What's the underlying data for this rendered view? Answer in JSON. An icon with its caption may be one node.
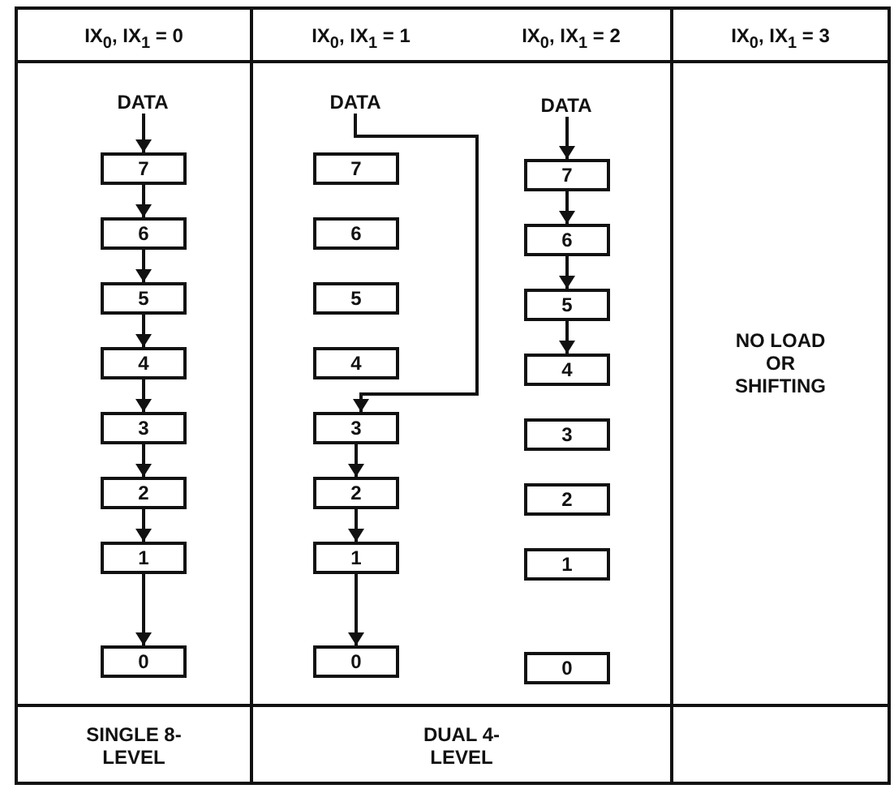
{
  "diagram": {
    "nodes": [
      {
        "text": [
          "DATA"
        ]
      },
      {
        "text": [
          "7"
        ]
      },
      {
        "text": [
          "6"
        ]
      },
      {
        "text": [
          "5"
        ]
      },
      {
        "text": [
          "4"
        ]
      },
      {
        "text": [
          "3"
        ]
      },
      {
        "text": [
          "2"
        ]
      },
      {
        "text": [
          "1"
        ]
      },
      {
        "text": [
          "0"
        ]
      },
      {
        "text": [
          "DATA"
        ]
      },
      {
        "text": [
          "7"
        ]
      },
      {
        "text": [
          "6"
        ]
      },
      {
        "text": [
          "5"
        ]
      },
      {
        "text": [
          "4"
        ]
      },
      {
        "text": [
          "3"
        ]
      },
      {
        "text": [
          "2"
        ]
      },
      {
        "text": [
          "1"
        ]
      },
      {
        "text": [
          "0"
        ]
      },
      {
        "text": [
          "DATA"
        ]
      },
      {
        "text": [
          "7"
        ]
      },
      {
        "text": [
          "6"
        ]
      },
      {
        "text": [
          "5"
        ]
      },
      {
        "text": [
          "4"
        ]
      },
      {
        "text": [
          "3"
        ]
      },
      {
        "text": [
          "2"
        ]
      },
      {
        "text": [
          "1"
        ]
      },
      {
        "text": [
          "0"
        ]
      }
    ],
    "edges": [
      {
        "from": 0,
        "to": 1,
        "arrow": "to"
      },
      {
        "from": 1,
        "to": 2,
        "arrow": "to"
      },
      {
        "from": 2,
        "to": 3,
        "arrow": "to"
      },
      {
        "from": 3,
        "to": 4,
        "arrow": "to"
      },
      {
        "from": 4,
        "to": 5,
        "arrow": "to"
      },
      {
        "from": 5,
        "to": 6,
        "arrow": "to"
      },
      {
        "from": 6,
        "to": 7,
        "arrow": "to"
      },
      {
        "from": 7,
        "to": 8,
        "arrow": "to"
      },
      {
        "from": 9,
        "to": 14,
        "arrow": "to"
      },
      {
        "from": 14,
        "to": 15,
        "arrow": "to"
      },
      {
        "from": 15,
        "to": 16,
        "arrow": "to"
      },
      {
        "from": 16,
        "to": 17,
        "arrow": "to"
      },
      {
        "from": 18,
        "to": 19,
        "arrow": "to"
      },
      {
        "from": 19,
        "to": 20,
        "arrow": "to"
      },
      {
        "from": 20,
        "to": 21,
        "arrow": "to"
      },
      {
        "from": 21,
        "to": 22,
        "arrow": "to"
      }
    ],
    "labels": [
      "IX$_{0}$, IX$_{1}$ = 0",
      "IX$_{0}$, IX$_{1}$ = 1",
      "IX$_{0}$, IX$_{1}$ = 2",
      "IX$_{0}$, IX$_{1}$ = 3",
      "NO LOAD OR SHIFTING",
      "SINGLE 8-LEVEL",
      "DUAL 4-LEVEL"
    ]
  }
}
